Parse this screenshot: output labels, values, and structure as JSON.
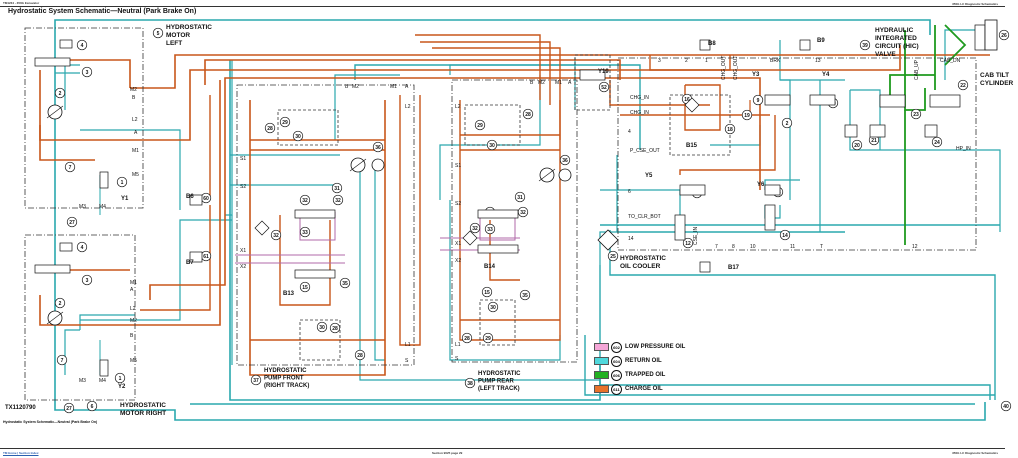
{
  "page": {
    "header_left": "TM1234 - 350G Excavator",
    "header_right": "350G LC Diagnostic Schematics",
    "title": "Hydrostatic System Schematic—Neutral (Park Brake On)",
    "figure_id": "TX1120790",
    "caption": "Hydrostatic System Schematic—Neutral (Park Brake On)",
    "footer_left": "TM Home | Section Index",
    "footer_mid": "Section 9025 page 29",
    "footer_right": "350G LC Diagnostic Schematics"
  },
  "colors": {
    "low_pressure": "#f4a6d7",
    "return": "#3cc3c8",
    "trapped": "#2bb32b",
    "charge": "#e8722a",
    "charge_line": "#c8561a",
    "return_line": "#2aa8ae",
    "trapped_line": "#1f9a1f",
    "pilot": "#b06aa8"
  },
  "components": [
    {
      "id": "5",
      "label": "HYDROSTATIC MOTOR LEFT"
    },
    {
      "id": "6",
      "label": "HYDROSTATIC MOTOR RIGHT"
    },
    {
      "id": "37",
      "label": "HYDROSTATIC PUMP FRONT (RIGHT TRACK)"
    },
    {
      "id": "38",
      "label": "HYDROSTATIC PUMP REAR (LEFT TRACK)"
    },
    {
      "id": "39",
      "label": "HYDRAULIC INTEGRATED CIRCUIT (HIC) VALVE"
    },
    {
      "id": "25",
      "label": "HYDROSTATIC OIL COOLER"
    },
    {
      "id": "26",
      "label": "CAB TILT CYLINDER"
    },
    {
      "id": "40",
      "label": ""
    }
  ],
  "labels": {
    "motor_left": [
      "HYDROSTATIC",
      "MOTOR",
      "LEFT"
    ],
    "motor_right": [
      "HYDROSTATIC",
      "MOTOR RIGHT"
    ],
    "pump_front": [
      "HYDROSTATIC",
      "PUMP FRONT",
      "(RIGHT TRACK)"
    ],
    "pump_rear": [
      "HYDROSTATIC",
      "PUMP REAR",
      "(LEFT TRACK)"
    ],
    "hic": [
      "HYDRAULIC",
      "INTEGRATED",
      "CIRCUIT (HIC)",
      "VALVE"
    ],
    "cooler": [
      "HYDROSTATIC",
      "OIL COOLER"
    ],
    "cab_tilt": [
      "CAB TILT",
      "CYLINDER"
    ]
  },
  "ports": {
    "motor_left": [
      "M2",
      "B",
      "L2",
      "A",
      "M1",
      "M5",
      "M3",
      "M4"
    ],
    "motor_right": [
      "M1",
      "A",
      "L2",
      "M2",
      "B",
      "M5",
      "M3",
      "M4"
    ],
    "pump_front": [
      "B",
      "M2",
      "M1",
      "A",
      "L2",
      "S1",
      "S2",
      "X1",
      "X2",
      "L1",
      "S"
    ],
    "pump_rear": [
      "B",
      "M2",
      "M1",
      "A",
      "L2",
      "S1",
      "S2",
      "X1",
      "X2",
      "L1",
      "S"
    ],
    "hic": [
      "3",
      "2",
      "1",
      "CHG_OUT",
      "CHG_OUT",
      "BRK",
      "13",
      "CAB_UP",
      "CAB_DN",
      "CHG_IN",
      "CHG_IN",
      "4",
      "P_CSE_OUT",
      "6",
      "TO_CLR_BOT",
      "14",
      "CSE_IN",
      "7",
      "8",
      "10",
      "11",
      "T",
      "12",
      "HP_IN"
    ]
  },
  "callouts": [
    "1",
    "2",
    "3",
    "4",
    "7",
    "27",
    "60",
    "61",
    "28",
    "29",
    "30",
    "31",
    "32",
    "33",
    "15",
    "35",
    "36",
    "52",
    "16",
    "18",
    "19",
    "9",
    "10",
    "11",
    "12",
    "13",
    "14",
    "20",
    "21",
    "22",
    "23",
    "24"
  ],
  "devices": [
    "Y1",
    "Y2",
    "B6",
    "B7",
    "B13",
    "B14",
    "B8",
    "B9",
    "B15",
    "B17",
    "Y3",
    "Y4",
    "Y5",
    "Y6",
    "Y19"
  ],
  "legend": [
    {
      "code": "602",
      "label": "LOW PRESSURE OIL",
      "color": "#f4a6d7"
    },
    {
      "code": "604",
      "label": "RETURN OIL",
      "color": "#4fd8dc"
    },
    {
      "code": "606",
      "label": "TRAPPED OIL",
      "color": "#22b022"
    },
    {
      "code": "611",
      "label": "CHARGE OIL",
      "color": "#e8722a"
    }
  ]
}
